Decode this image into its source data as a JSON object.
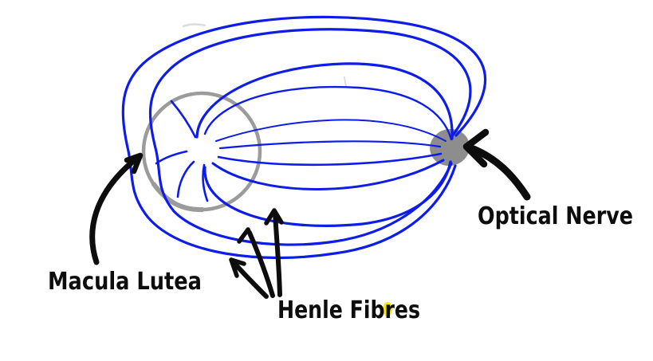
{
  "labels": {
    "macula_lutea": "Macula Lutea",
    "henle_fibres": "Henle Fibres",
    "optical_nerve": "Optical Nerve"
  },
  "colors": {
    "background": "#ffffff",
    "fibre_blue": "#0d1ce8",
    "macula_ring_gray": "#9b9b9b",
    "optic_nerve_gray": "#8d8d8d",
    "arrow_black": "#0d0d0d",
    "label_black": "#0d0d0d",
    "highlight_yellow": "#f6e70e",
    "faint_pencil_gray": "#dcdcdc"
  },
  "annotations": [
    {
      "label": "Macula Lutea",
      "points_to": "gray ring around fovea"
    },
    {
      "label": "Henle Fibres",
      "points_to": "blue arcing fibre bundles (three arrows)"
    },
    {
      "label": "Optical Nerve",
      "points_to": "gray disc where fibres converge"
    }
  ]
}
